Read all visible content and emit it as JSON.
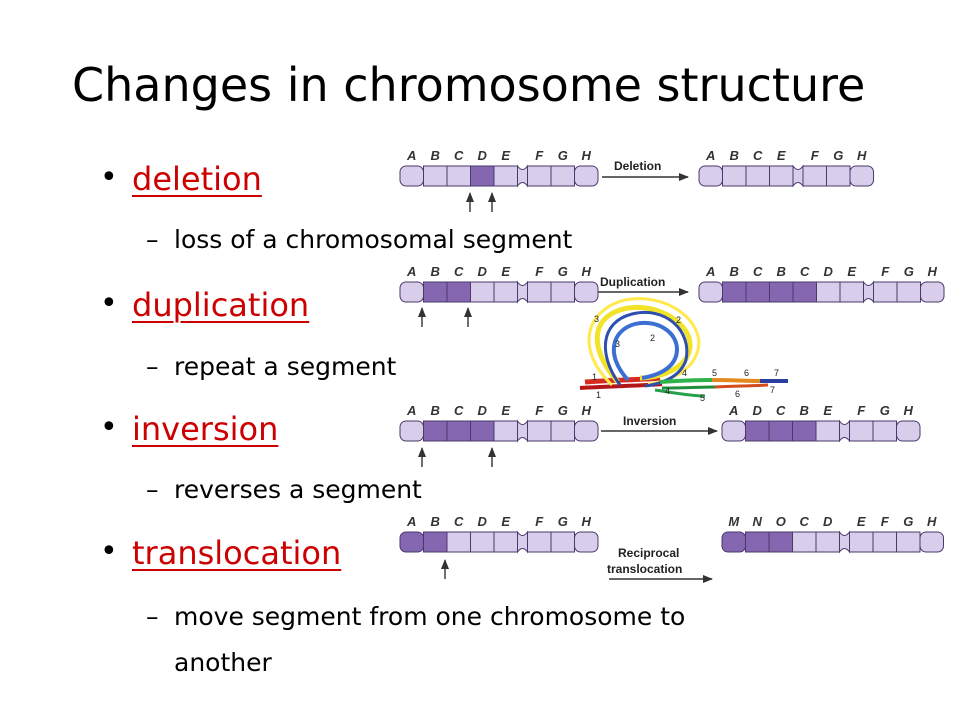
{
  "title": "Changes in chromosome structure",
  "bullets": [
    {
      "label": "deletion",
      "sub": "loss of a chromosomal segment"
    },
    {
      "label": "duplication",
      "sub": "repeat a segment"
    },
    {
      "label": "inversion",
      "sub": "reverses a segment"
    },
    {
      "label": "translocation",
      "sub": "move segment from one chromosome to",
      "sub2": "another"
    }
  ],
  "figure": {
    "deletion": {
      "before": [
        "A",
        "B",
        "C",
        "D",
        "E",
        "F",
        "G",
        "H"
      ],
      "after": [
        "A",
        "B",
        "C",
        "E",
        "F",
        "G",
        "H"
      ],
      "arrow": "Deletion"
    },
    "duplication": {
      "before": [
        "A",
        "B",
        "C",
        "D",
        "E",
        "F",
        "G",
        "H"
      ],
      "after": [
        "A",
        "B",
        "C",
        "B",
        "C",
        "D",
        "E",
        "F",
        "G",
        "H"
      ],
      "arrow": "Duplication"
    },
    "inversion": {
      "before": [
        "A",
        "B",
        "C",
        "D",
        "E",
        "F",
        "G",
        "H"
      ],
      "after": [
        "A",
        "D",
        "C",
        "B",
        "E",
        "F",
        "G",
        "H"
      ],
      "arrow": "Inversion"
    },
    "translocation": {
      "before": [
        "A",
        "B",
        "C",
        "D",
        "E",
        "F",
        "G",
        "H"
      ],
      "after": [
        "M",
        "N",
        "O",
        "C",
        "D",
        "E",
        "F",
        "G",
        "H"
      ],
      "arrow_line1": "Reciprocal",
      "arrow_line2": "translocation"
    },
    "loop_numbers": [
      "3",
      "2",
      "3",
      "2",
      "1",
      "1",
      "4",
      "5",
      "6",
      "7",
      "4",
      "5",
      "6",
      "7"
    ]
  },
  "colors": {
    "link": "#cc0000",
    "segment_light": "#d8cdeb",
    "segment_dark": "#8566b0",
    "segment_stroke": "#4a3a6a"
  }
}
